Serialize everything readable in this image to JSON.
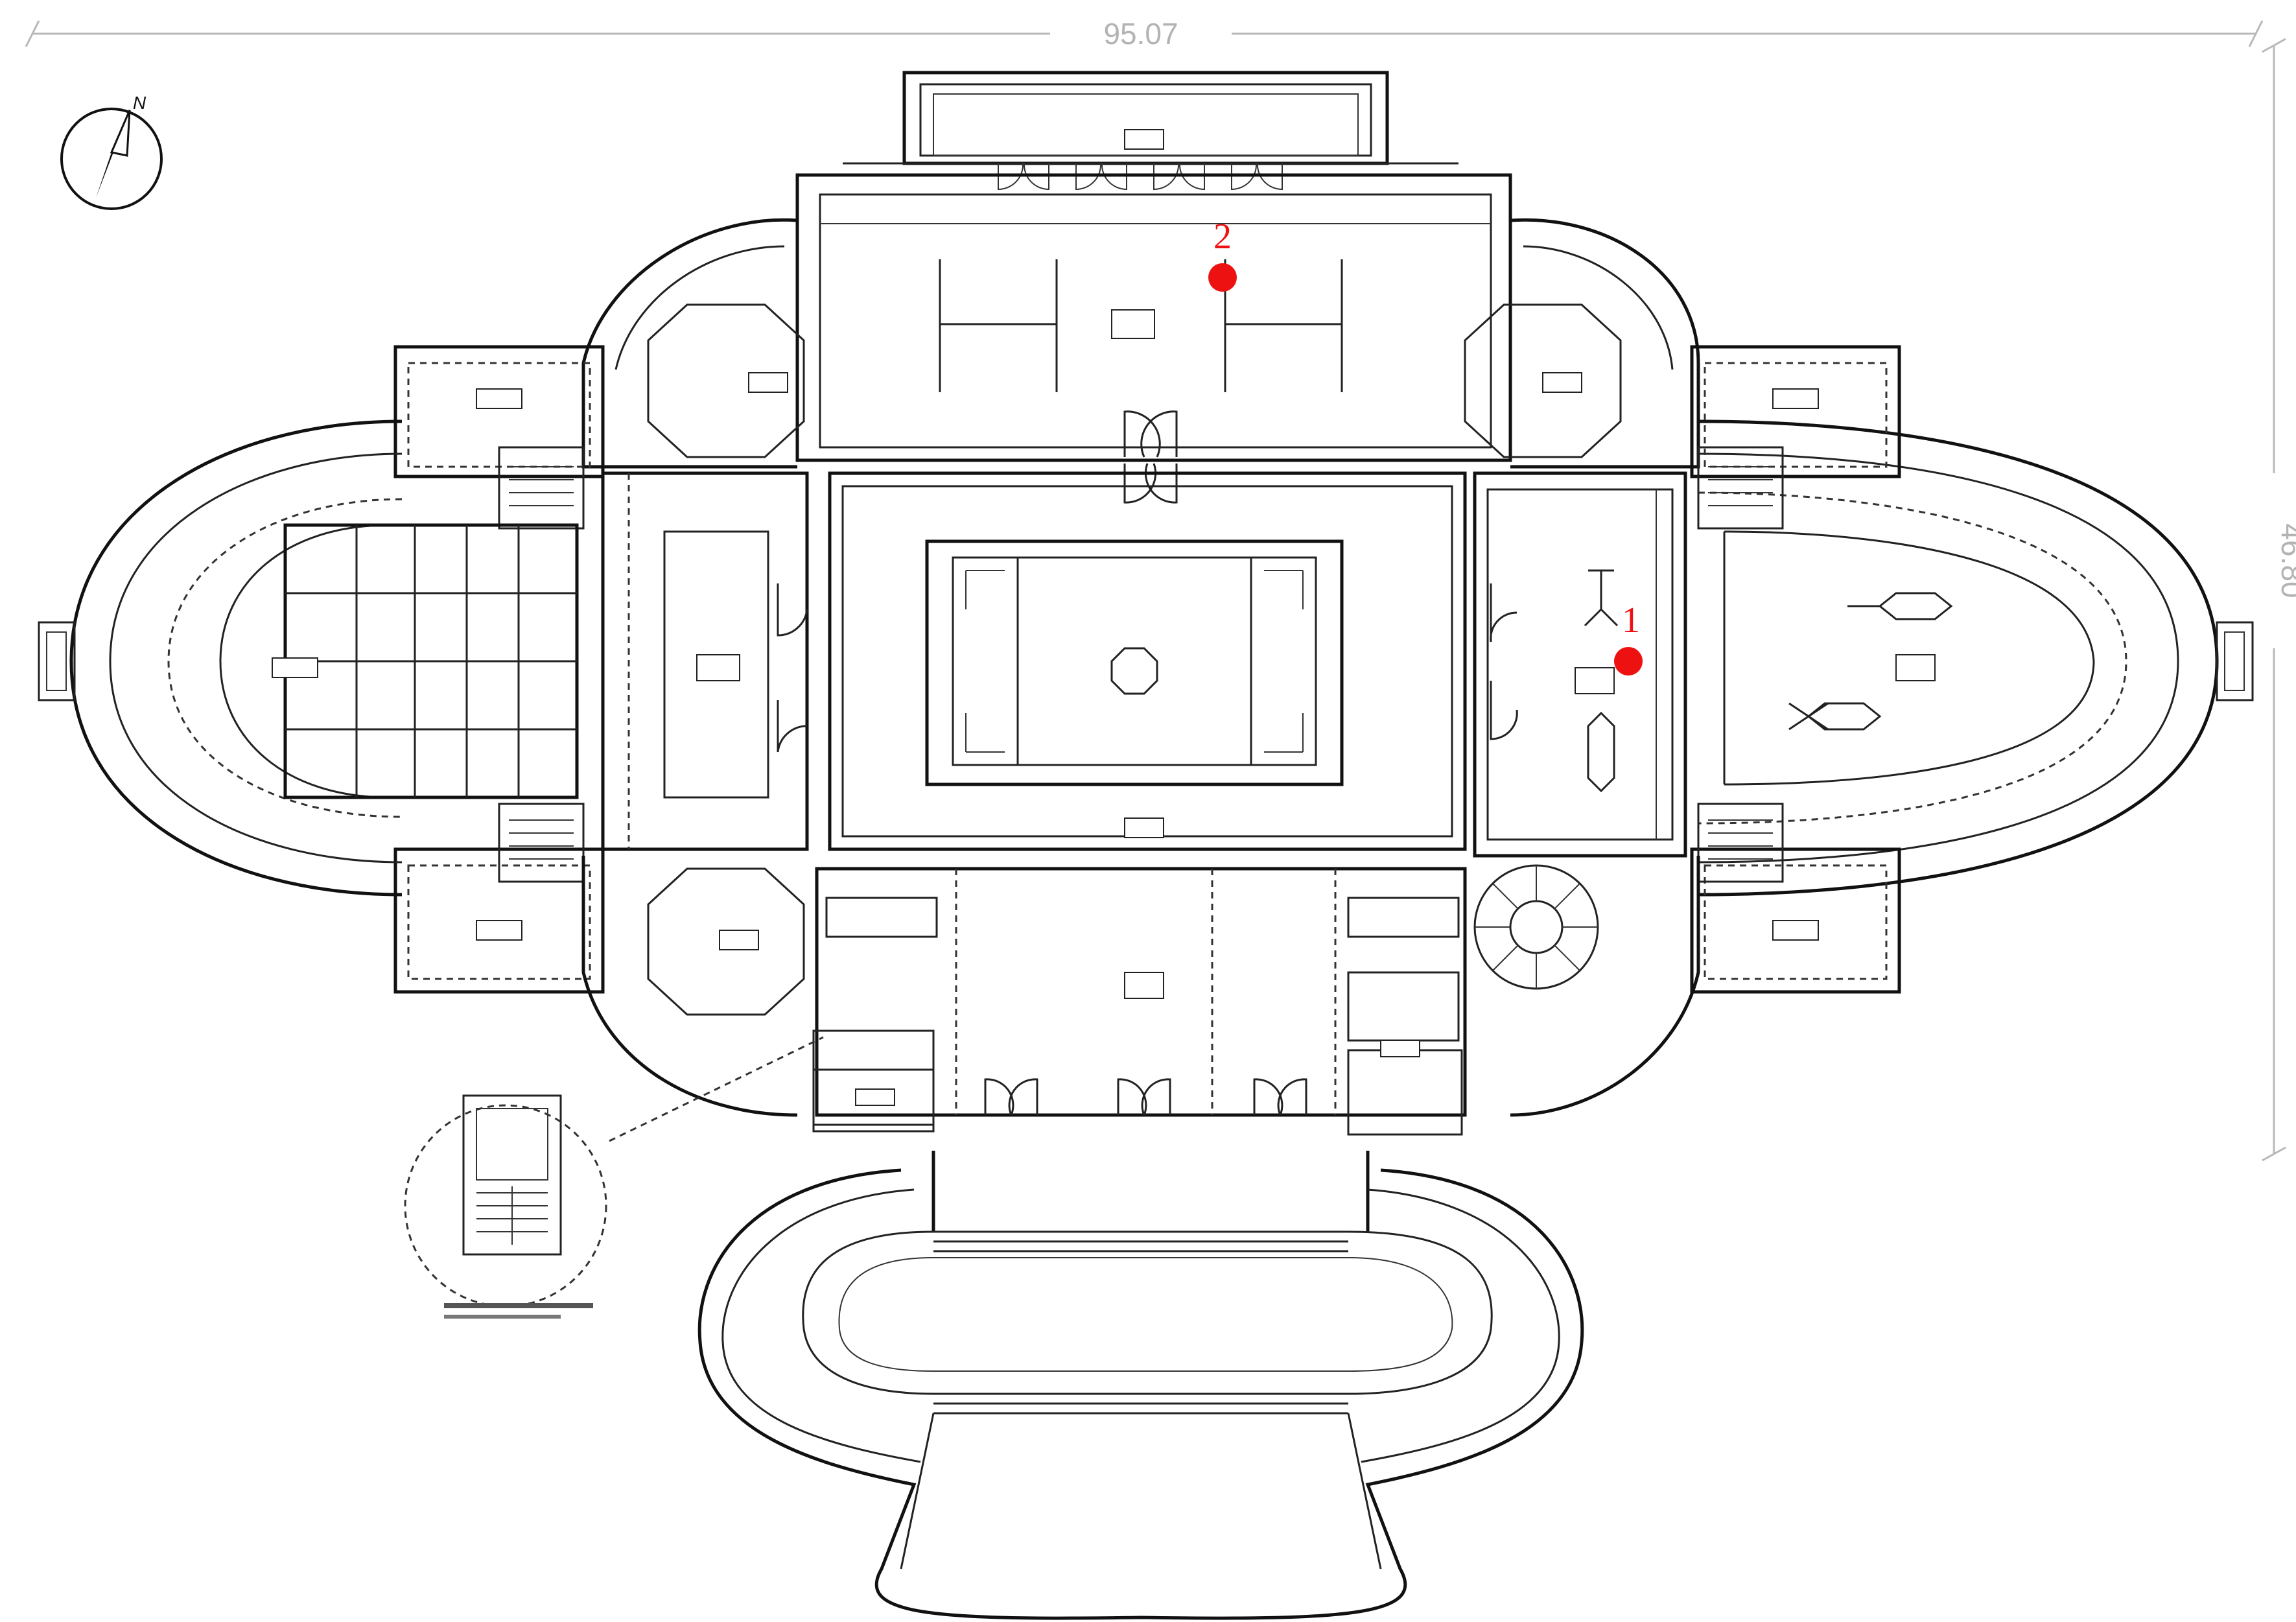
{
  "dimensions": {
    "width_label": "95.07",
    "height_label": "46.80"
  },
  "compass": {
    "icon": "north-arrow-icon",
    "label": "N"
  },
  "markers": [
    {
      "label": "1"
    },
    {
      "label": "2"
    }
  ],
  "colors": {
    "marker": "#ee1111",
    "dimension": "#b3b3b3",
    "linework": "#111111"
  }
}
